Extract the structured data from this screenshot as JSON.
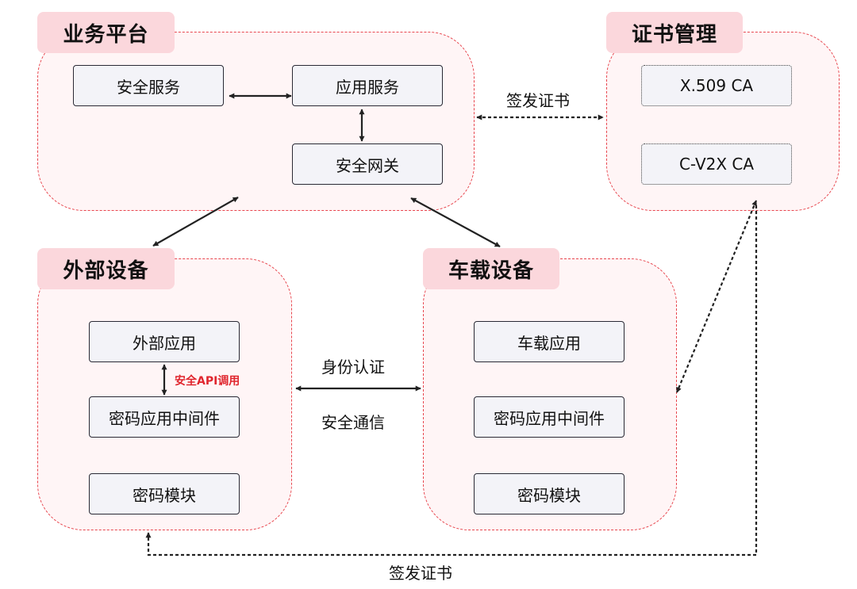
{
  "regions": {
    "business_platform": "业务平台",
    "cert_management": "证书管理",
    "external_device": "外部设备",
    "vehicle_device": "车载设备"
  },
  "nodes": {
    "security_service": "安全服务",
    "app_service": "应用服务",
    "security_gateway": "安全网关",
    "x509_ca": "X.509 CA",
    "cv2x_ca": "C-V2X CA",
    "external_app": "外部应用",
    "external_crypto_middleware": "密码应用中间件",
    "external_crypto_module": "密码模块",
    "vehicle_app": "车载应用",
    "vehicle_crypto_middleware": "密码应用中间件",
    "vehicle_crypto_module": "密码模块"
  },
  "labels": {
    "issue_cert_top": "签发证书",
    "identity_auth": "身份认证",
    "secure_comm": "安全通信",
    "secure_api_call": "安全API调用",
    "issue_cert_bottom": "签发证书"
  },
  "colors": {
    "region_border": "#e8474f",
    "region_fill": "#fff5f6",
    "title_fill": "#fbd7dc",
    "node_fill": "#f3f3f8",
    "api_label": "#e0262e"
  }
}
